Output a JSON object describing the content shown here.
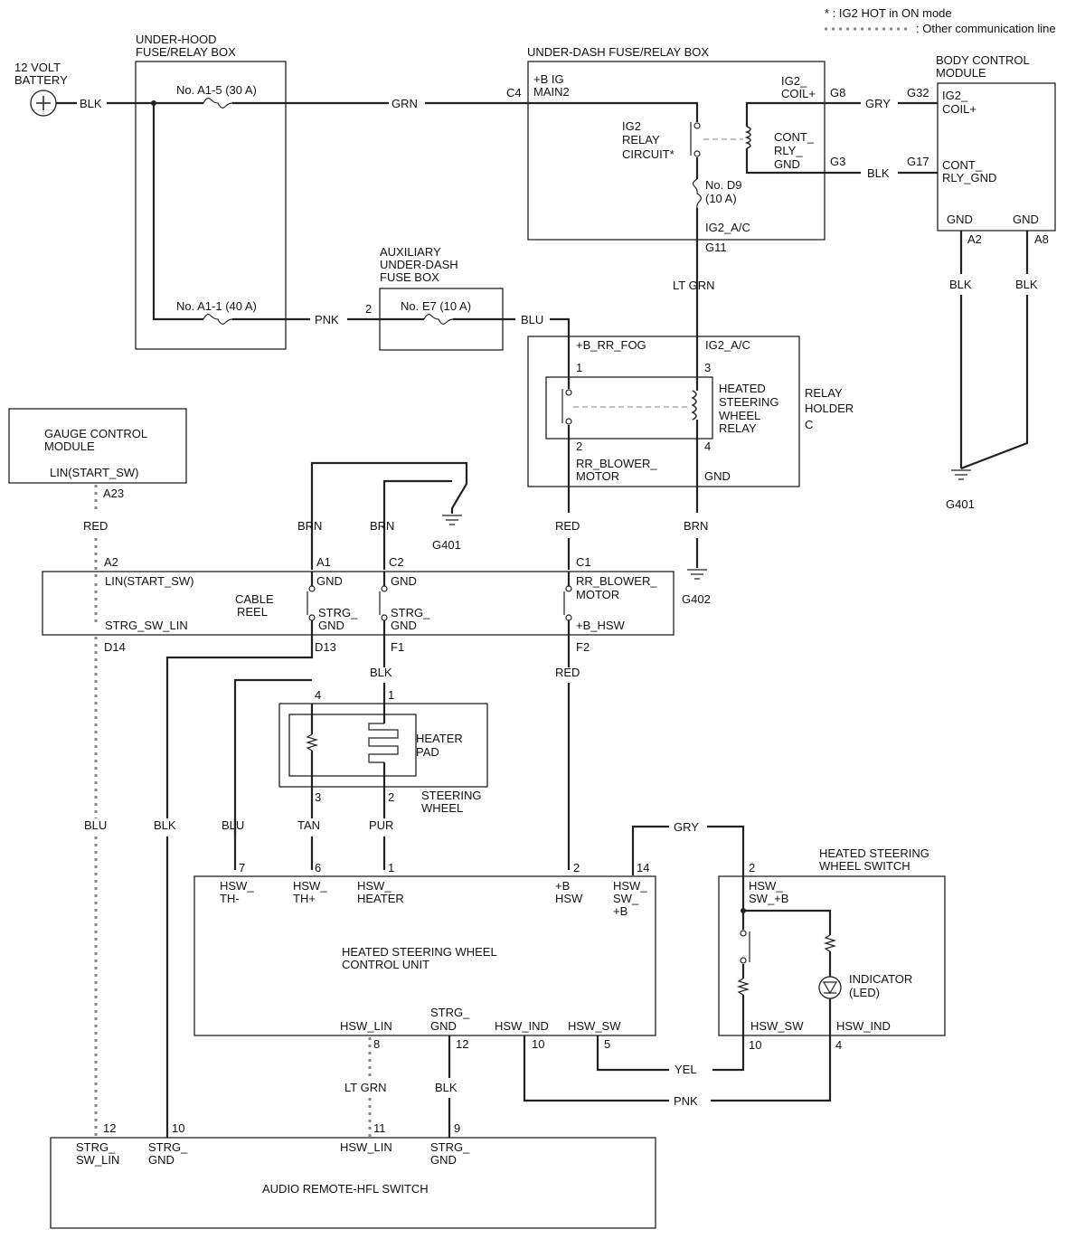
{
  "notes": {
    "note1": "* : IG2 HOT in ON mode",
    "note2": ": Other communication line"
  },
  "battery": {
    "l1": "12 VOLT",
    "l2": "BATTERY",
    "wire": "BLK"
  },
  "under_hood": {
    "l1": "UNDER-HOOD",
    "l2": "FUSE/RELAY BOX",
    "fuse1": "No. A1-5 (30 A)",
    "fuse2": "No. A1-1 (40 A)"
  },
  "wires_top": {
    "grn": "GRN",
    "pnk": "PNK",
    "pin2": "2",
    "blu": "BLU"
  },
  "under_dash": {
    "title": "UNDER-DASH FUSE/RELAY BOX",
    "c4": "C4",
    "bmain_1": "+B IG",
    "bmain_2": "MAIN2",
    "relay_1": "IG2",
    "relay_2": "RELAY",
    "relay_3": "CIRCUIT*",
    "coil_1": "IG2_",
    "coil_2": "COIL+",
    "cont_1": "CONT_",
    "cont_2": "RLY_",
    "cont_3": "GND",
    "g8": "G8",
    "g3": "G3",
    "fuse_1": "No. D9",
    "fuse_2": "(10 A)",
    "ig2ac": "IG2_A/C",
    "g11": "G11"
  },
  "bcm_wires": {
    "gry": "GRY",
    "blk": "BLK",
    "g32": "G32",
    "g17": "G17"
  },
  "bcm": {
    "l1": "BODY CONTROL",
    "l2": "MODULE",
    "coil_1": "IG2_",
    "coil_2": "COIL+",
    "cont_1": "CONT_",
    "cont_2": "RLY_GND",
    "gnd1": "GND",
    "gnd2": "GND",
    "a2": "A2",
    "a8": "A8",
    "blk1": "BLK",
    "blk2": "BLK",
    "g401": "G401"
  },
  "aux": {
    "l1": "AUXILIARY",
    "l2": "UNDER-DASH",
    "l3": "FUSE BOX",
    "fuse": "No. E7 (10 A)"
  },
  "relay_holder": {
    "ltgrn": "LT GRN",
    "bfog": "+B_RR_FOG",
    "ig2ac": "IG2_A/C",
    "p1": "1",
    "p3": "3",
    "p2": "2",
    "p4": "4",
    "hsw_1": "HEATED",
    "hsw_2": "STEERING",
    "hsw_3": "WHEEL",
    "hsw_4": "RELAY",
    "rh_1": "RELAY",
    "rh_2": "HOLDER",
    "rh_3": "C",
    "blower_1": "RR_BLOWER_",
    "blower_2": "MOTOR",
    "gnd": "GND"
  },
  "gauge": {
    "l1": "GAUGE CONTROL",
    "l2": "MODULE",
    "lin": "LIN(START_SW)",
    "a23": "A23"
  },
  "mid_wires": {
    "red1": "RED",
    "brn1": "BRN",
    "brn2": "BRN",
    "g401": "G401",
    "red2": "RED",
    "brn3": "BRN",
    "g402": "G402"
  },
  "cable_reel": {
    "a2": "A2",
    "a1": "A1",
    "c2": "C2",
    "c1": "C1",
    "lin": "LIN(START_SW)",
    "gnd1": "GND",
    "gnd2": "GND",
    "blower_1": "RR_BLOWER_",
    "blower_2": "MOTOR",
    "name_1": "CABLE",
    "name_2": "REEL",
    "strg_lin": "STRG_SW_LIN",
    "strg1_1": "STRG_",
    "strg1_2": "GND",
    "strg2_1": "STRG_",
    "strg2_2": "GND",
    "bhsw": "+B_HSW",
    "d14": "D14",
    "d13": "D13",
    "f1": "F1",
    "f2": "F2"
  },
  "steering": {
    "blk": "BLK",
    "red": "RED",
    "p4": "4",
    "p1": "1",
    "p3": "3",
    "p2": "2",
    "hp_1": "HEATER",
    "hp_2": "PAD",
    "sw_1": "STEERING",
    "sw_2": "WHEEL"
  },
  "cu_wires": {
    "blu1": "BLU",
    "blk": "BLK",
    "blu2": "BLU",
    "tan": "TAN",
    "pur": "PUR",
    "gry": "GRY",
    "p7": "7",
    "p6": "6",
    "p1": "1",
    "p2": "2",
    "p14": "14",
    "p2s": "2"
  },
  "control_unit": {
    "th_m1": "HSW_",
    "th_m2": "TH-",
    "th_p1": "HSW_",
    "th_p2": "TH+",
    "heater_1": "HSW_",
    "heater_2": "HEATER",
    "bhsw_1": "+B",
    "bhsw_2": "HSW",
    "swb_1": "HSW_",
    "swb_2": "SW_",
    "swb_3": "+B",
    "title_1": "HEATED STEERING WHEEL",
    "title_2": "CONTROL UNIT",
    "lin": "HSW_LIN",
    "strg_1": "STRG_",
    "strg_2": "GND",
    "ind": "HSW_IND",
    "sw": "HSW_SW",
    "p8": "8",
    "p12": "12",
    "p10": "10",
    "p5": "5"
  },
  "switch": {
    "l1": "HEATED STEERING",
    "l2": "WHEEL SWITCH",
    "swb_1": "HSW_",
    "swb_2": "SW_+B",
    "ind_1": "INDICATOR",
    "ind_2": "(LED)",
    "hsw_sw": "HSW_SW",
    "hsw_ind": "HSW_IND",
    "p10": "10",
    "p4": "4"
  },
  "bottom_wires": {
    "yel": "YEL",
    "pnk": "PNK",
    "ltgrn": "LT GRN",
    "blk": "BLK"
  },
  "audio": {
    "p12": "12",
    "p10": "10",
    "p11": "11",
    "p9": "9",
    "lin_1": "STRG_",
    "lin_2": "SW_LIN",
    "gnd_1": "STRG_",
    "gnd_2": "GND",
    "hsw_lin": "HSW_LIN",
    "gnd2_1": "STRG_",
    "gnd2_2": "GND",
    "title": "AUDIO REMOTE-HFL SWITCH"
  }
}
